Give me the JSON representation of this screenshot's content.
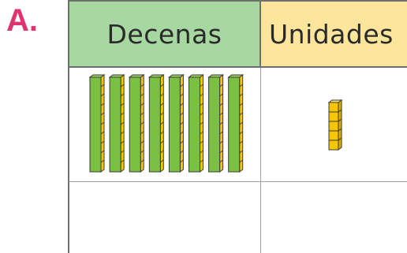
{
  "label": "A.",
  "table": {
    "headers": {
      "tens": "Decenas",
      "units": "Unidades"
    }
  },
  "blocks": {
    "tens_rods": 8,
    "unit_cubes": 5
  },
  "colors": {
    "label": "#e1336f",
    "tens_header": "#a8d8a1",
    "units_header": "#fde69b",
    "rod_green": "#7ac143",
    "rod_yellow": "#f7c600",
    "cube_yellow": "#f7c600"
  }
}
